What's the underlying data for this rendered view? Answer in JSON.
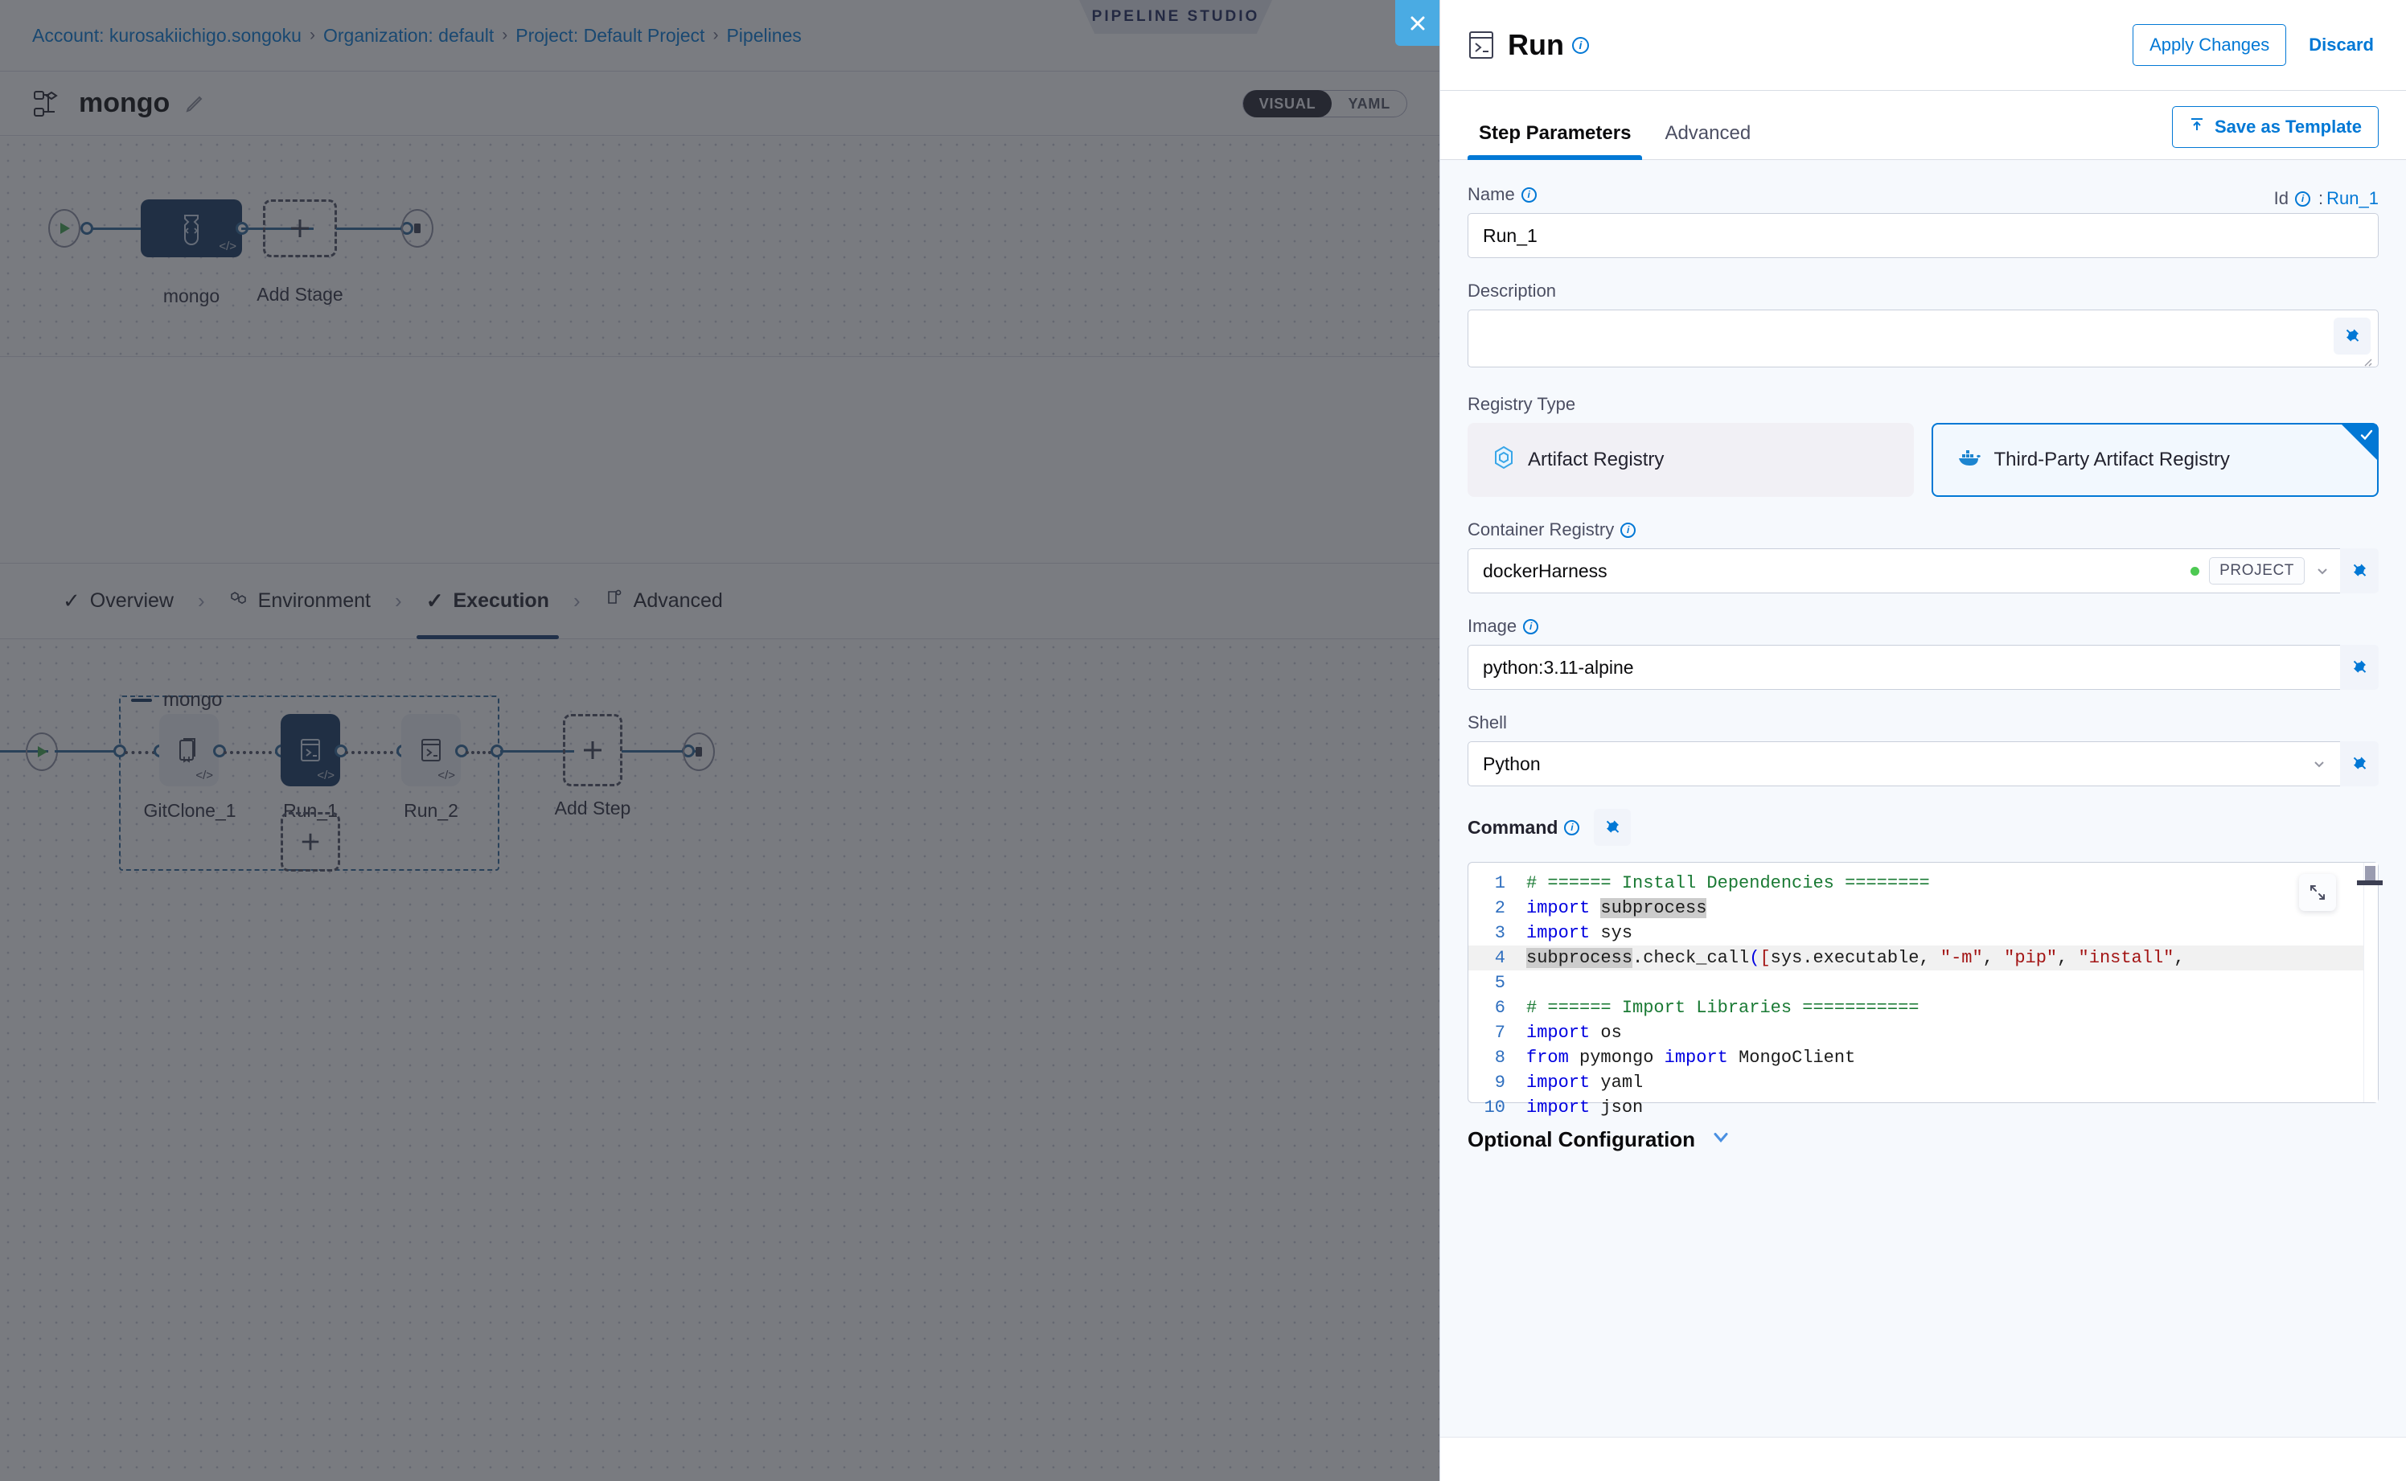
{
  "breadcrumb": {
    "items": [
      "Account: kurosakiichigo.songoku",
      "Organization: default",
      "Project: Default Project",
      "Pipelines"
    ],
    "separator": "›"
  },
  "studio": {
    "badge": "PIPELINE STUDIO",
    "close_label": "✕",
    "pipeline_name": "mongo",
    "view_toggle": {
      "options": [
        "VISUAL",
        "YAML"
      ],
      "selected": "VISUAL"
    },
    "stage_tabs": [
      {
        "label": "Overview",
        "icon": "check-icon",
        "active": false
      },
      {
        "label": "Environment",
        "icon": "hexagon-icon",
        "active": false
      },
      {
        "label": "Execution",
        "icon": "check-icon",
        "active": true
      },
      {
        "label": "Advanced",
        "icon": "advanced-icon",
        "active": false
      }
    ],
    "top_graph": {
      "stage_label": "mongo",
      "add_stage_label": "Add Stage",
      "add_stage_glyph": "+"
    },
    "execution_graph": {
      "group_label": "mongo",
      "steps": [
        {
          "label": "GitClone_1",
          "selected": false
        },
        {
          "label": "Run_1",
          "selected": true
        },
        {
          "label": "Run_2",
          "selected": false
        }
      ],
      "add_step_label": "Add Step",
      "add_step_glyph": "+",
      "add_parallel_glyph": "+"
    }
  },
  "panel": {
    "title": "Run",
    "apply_label": "Apply Changes",
    "discard_label": "Discard",
    "save_template_label": "Save as Template",
    "tabs": [
      {
        "label": "Step Parameters",
        "active": true
      },
      {
        "label": "Advanced",
        "active": false
      }
    ],
    "name": {
      "label": "Name",
      "value": "Run_1",
      "id_label": "Id",
      "id_separator": ":",
      "id_value": "Run_1"
    },
    "description": {
      "label": "Description",
      "value": "",
      "placeholder": ""
    },
    "registry_type": {
      "label": "Registry Type",
      "options": [
        {
          "label": "Artifact Registry",
          "icon": "harness-artifact-icon",
          "selected": false
        },
        {
          "label": "Third-Party Artifact Registry",
          "icon": "docker-icon",
          "selected": true
        }
      ]
    },
    "container_registry": {
      "label": "Container Registry",
      "value": "dockerHarness",
      "scope": "PROJECT"
    },
    "image": {
      "label": "Image",
      "value": "python:3.11-alpine"
    },
    "shell": {
      "label": "Shell",
      "value": "Python"
    },
    "command": {
      "label": "Command",
      "lines": [
        {
          "n": "1",
          "highlight": false,
          "tokens": [
            {
              "t": "# ====== Install Dependencies ========",
              "c": "cm"
            }
          ]
        },
        {
          "n": "2",
          "highlight": false,
          "tokens": [
            {
              "t": "import ",
              "c": "k"
            },
            {
              "t": "subprocess",
              "c": "sel-tok"
            }
          ]
        },
        {
          "n": "3",
          "highlight": false,
          "tokens": [
            {
              "t": "import ",
              "c": "k"
            },
            {
              "t": "sys",
              "c": ""
            }
          ]
        },
        {
          "n": "4",
          "highlight": true,
          "tokens": [
            {
              "t": "subprocess",
              "c": "sel-tok"
            },
            {
              "t": ".check_call",
              "c": ""
            },
            {
              "t": "(",
              "c": "pn"
            },
            {
              "t": "[",
              "c": "st"
            },
            {
              "t": "sys.executable, ",
              "c": ""
            },
            {
              "t": "\"-m\"",
              "c": "st"
            },
            {
              "t": ", ",
              "c": ""
            },
            {
              "t": "\"pip\"",
              "c": "st"
            },
            {
              "t": ", ",
              "c": ""
            },
            {
              "t": "\"install\"",
              "c": "st"
            },
            {
              "t": ",",
              "c": ""
            }
          ]
        },
        {
          "n": "5",
          "highlight": false,
          "tokens": [
            {
              "t": "",
              "c": ""
            }
          ]
        },
        {
          "n": "6",
          "highlight": false,
          "tokens": [
            {
              "t": "# ====== Import Libraries ===========",
              "c": "cm"
            }
          ]
        },
        {
          "n": "7",
          "highlight": false,
          "tokens": [
            {
              "t": "import ",
              "c": "k"
            },
            {
              "t": "os",
              "c": ""
            }
          ]
        },
        {
          "n": "8",
          "highlight": false,
          "tokens": [
            {
              "t": "from ",
              "c": "k"
            },
            {
              "t": "pymongo ",
              "c": ""
            },
            {
              "t": "import ",
              "c": "k"
            },
            {
              "t": "MongoClient",
              "c": ""
            }
          ]
        },
        {
          "n": "9",
          "highlight": false,
          "tokens": [
            {
              "t": "import ",
              "c": "k"
            },
            {
              "t": "yaml",
              "c": ""
            }
          ]
        },
        {
          "n": "10",
          "highlight": false,
          "tokens": [
            {
              "t": "import ",
              "c": "k"
            },
            {
              "t": "json",
              "c": ""
            }
          ]
        }
      ]
    },
    "optional_configuration": {
      "label": "Optional Configuration"
    }
  },
  "colors": {
    "accent_blue": "#0278d5",
    "node_selected": "#14355f",
    "close_blue": "#4aabe3",
    "status_green": "#4dc952",
    "comment_green": "#1a7a34",
    "string_red": "#a31515",
    "keyword_blue": "#0000e0"
  }
}
